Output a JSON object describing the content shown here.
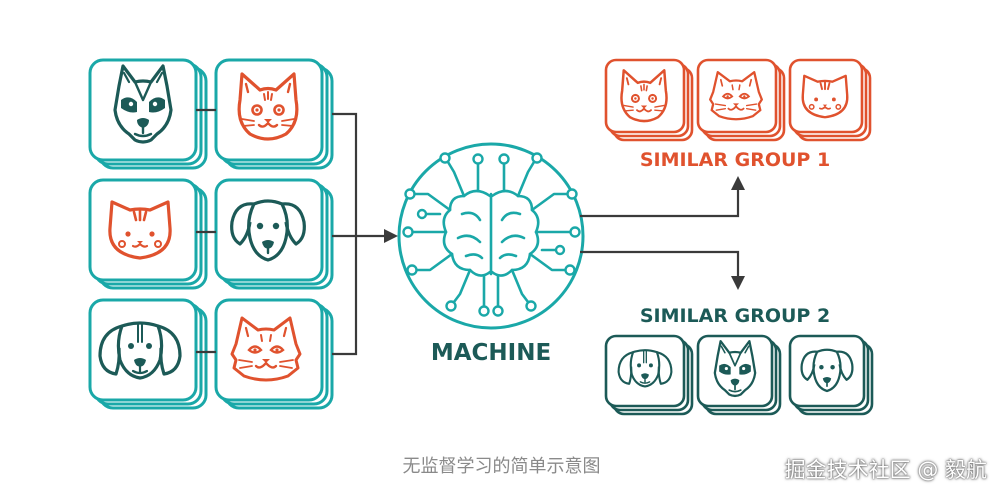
{
  "diagram": {
    "machine_label": "MACHINE",
    "group1_label": "SIMILAR GROUP 1",
    "group2_label": "SIMILAR GROUP 2",
    "caption": "无监督学习的简单示意图",
    "watermark": "掘金技术社区 @ 毅航",
    "colors": {
      "teal": "#1aa8a8",
      "dark": "#1c5a57",
      "orange": "#e0522e",
      "arrow": "#3a3a3a"
    },
    "input_cards": [
      {
        "name": "husky-dog-icon",
        "animal": "dog",
        "color": "dark"
      },
      {
        "name": "cat-face-icon",
        "animal": "cat",
        "color": "orange"
      },
      {
        "name": "tabby-cat-icon",
        "animal": "cat",
        "color": "orange"
      },
      {
        "name": "floppy-ear-dog-icon",
        "animal": "dog",
        "color": "dark"
      },
      {
        "name": "spaniel-dog-icon",
        "animal": "dog",
        "color": "dark"
      },
      {
        "name": "fluffy-cat-icon",
        "animal": "cat",
        "color": "orange"
      }
    ],
    "group1_cards": [
      {
        "name": "cat-face-icon",
        "animal": "cat"
      },
      {
        "name": "fluffy-cat-icon",
        "animal": "cat"
      },
      {
        "name": "tabby-cat-icon",
        "animal": "cat"
      }
    ],
    "group2_cards": [
      {
        "name": "spaniel-dog-icon",
        "animal": "dog"
      },
      {
        "name": "husky-dog-icon",
        "animal": "dog"
      },
      {
        "name": "floppy-ear-dog-icon",
        "animal": "dog"
      }
    ]
  }
}
